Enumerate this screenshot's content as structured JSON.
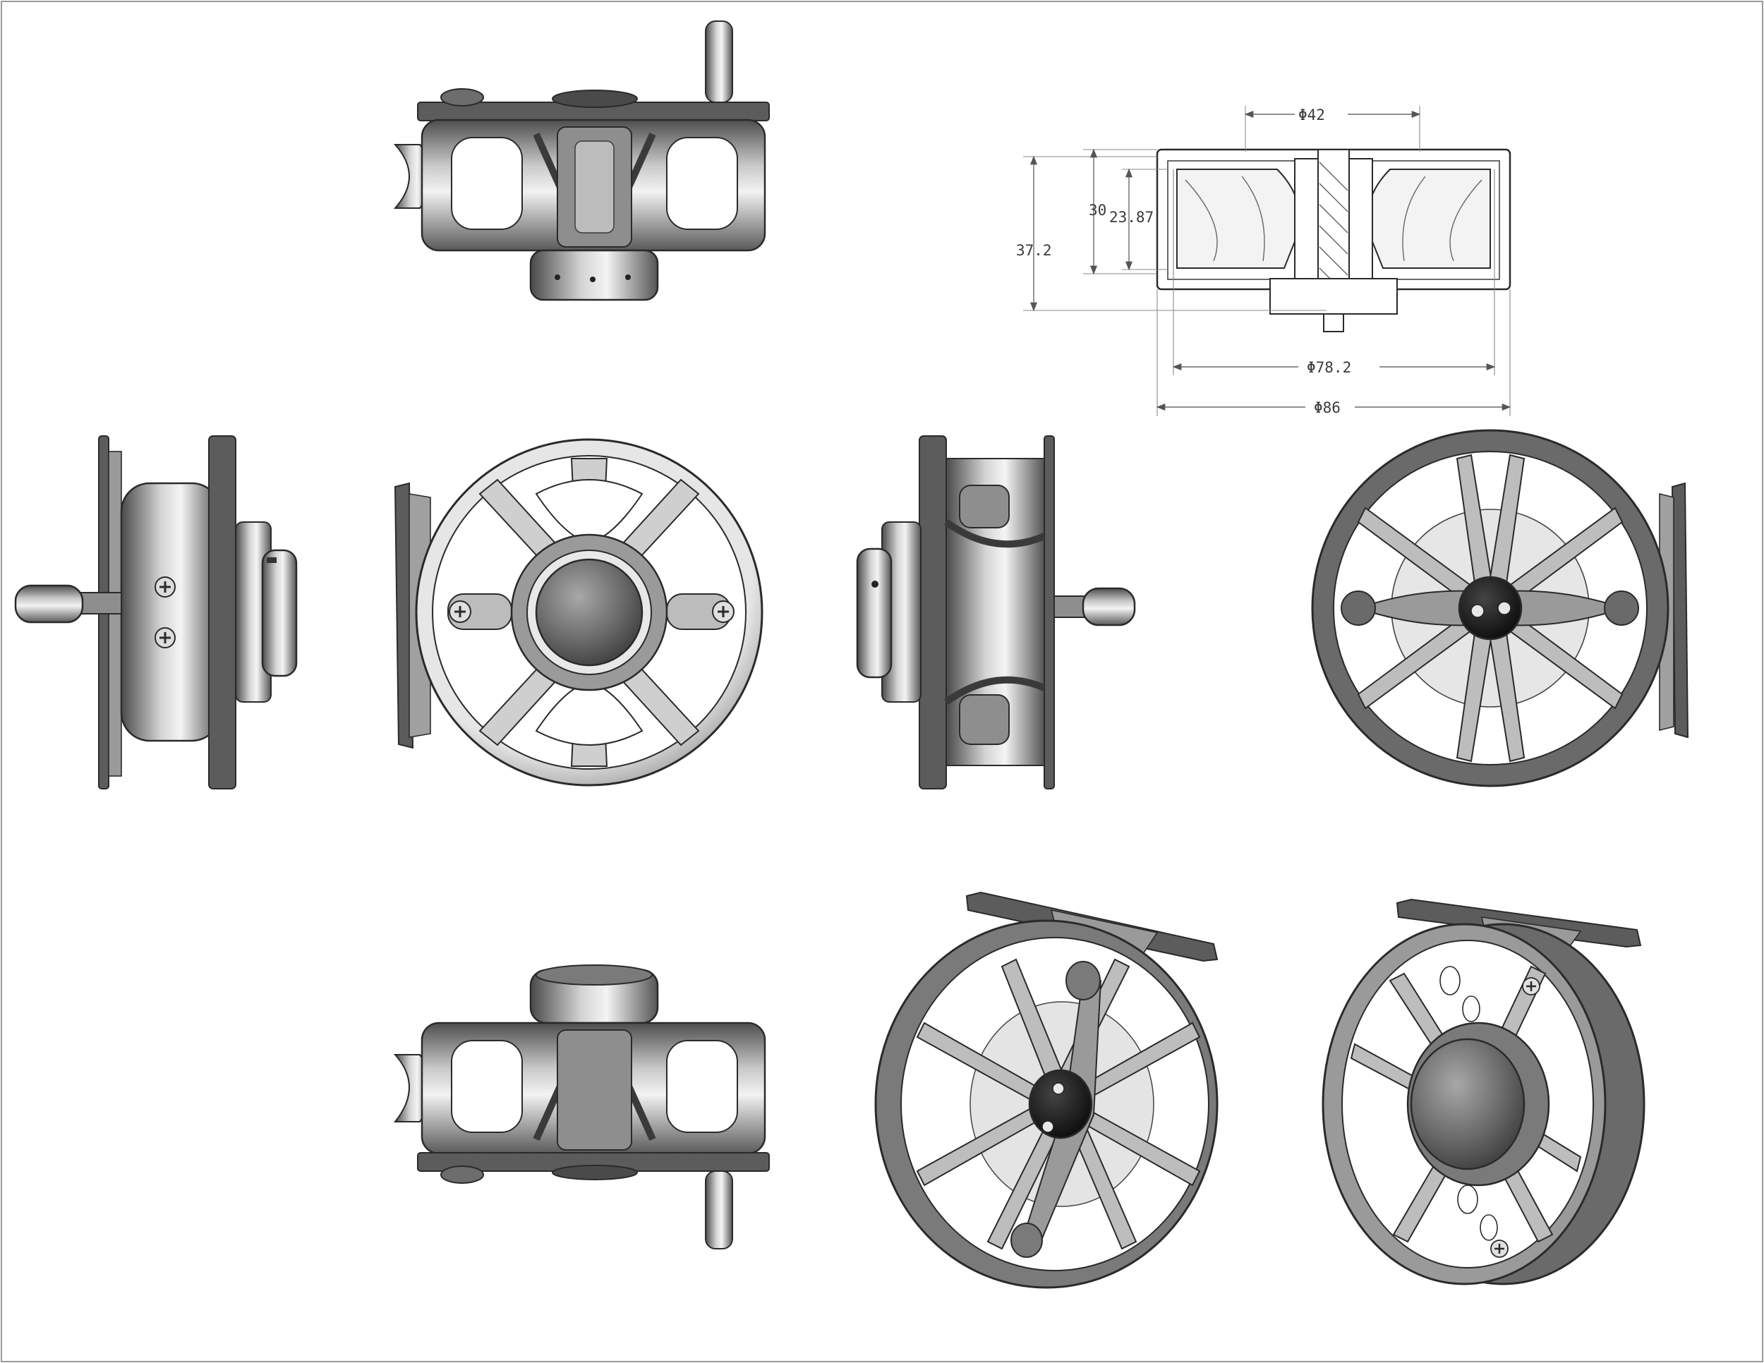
{
  "views": [
    {
      "id": "top-view",
      "kind": "frame-top"
    },
    {
      "id": "left-side-view",
      "kind": "side-left"
    },
    {
      "id": "front-view",
      "kind": "wheel-front"
    },
    {
      "id": "right-side-view",
      "kind": "side-right"
    },
    {
      "id": "rear-view",
      "kind": "wheel-rear"
    },
    {
      "id": "bottom-view",
      "kind": "frame-bottom"
    },
    {
      "id": "iso-view-handle-side",
      "kind": "isometric"
    },
    {
      "id": "iso-view-spool-side",
      "kind": "isometric"
    }
  ],
  "section": {
    "dimensions": {
      "inner_diameter": "Φ42",
      "height_overall": "37.2",
      "height_frame": "30",
      "height_spool": "23.87",
      "spool_diameter": "Φ78.2",
      "outer_diameter": "Φ86"
    }
  },
  "colors": {
    "metal_dark": "#5c5c5c",
    "metal_mid": "#8e8e8e",
    "metal_light": "#d8d8d8",
    "outline": "#2a2a2a",
    "hub_black": "#151515",
    "paper": "#ffffff"
  }
}
